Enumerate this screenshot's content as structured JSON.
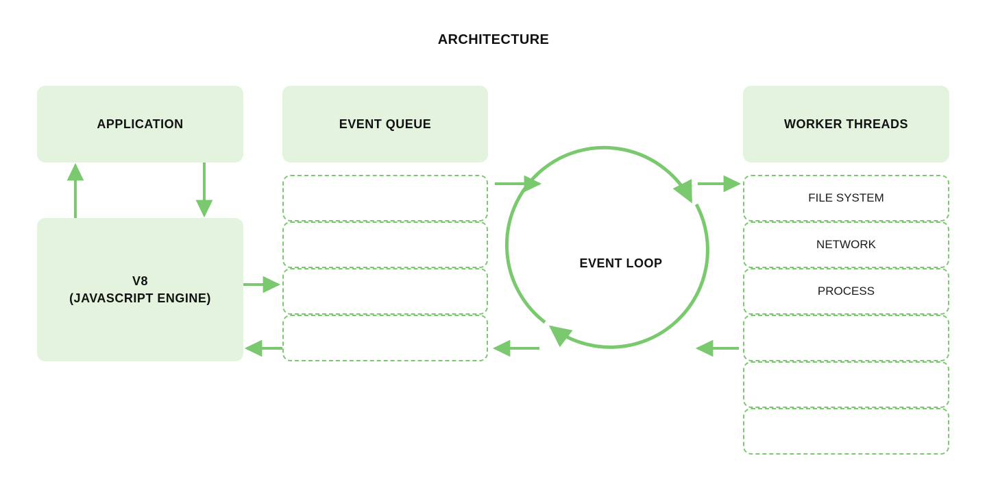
{
  "title": "ARCHITECTURE",
  "theme": {
    "box_fill": "#e3f3de",
    "accent_green": "#7bc96f",
    "text_color": "#111111",
    "background": "#ffffff"
  },
  "application": {
    "label": "APPLICATION"
  },
  "v8": {
    "line1": "V8",
    "line2": "(JAVASCRIPT ENGINE)"
  },
  "event_queue": {
    "label": "EVENT QUEUE",
    "slots": [
      {
        "label": ""
      },
      {
        "label": ""
      },
      {
        "label": ""
      },
      {
        "label": ""
      }
    ]
  },
  "event_loop": {
    "label": "EVENT LOOP"
  },
  "worker_threads": {
    "label": "WORKER THREADS",
    "slots": [
      {
        "label": "FILE SYSTEM"
      },
      {
        "label": "NETWORK"
      },
      {
        "label": "PROCESS"
      },
      {
        "label": ""
      },
      {
        "label": ""
      },
      {
        "label": ""
      }
    ]
  },
  "arrows": [
    {
      "name": "v8-to-application",
      "direction": "up"
    },
    {
      "name": "application-to-v8",
      "direction": "down"
    },
    {
      "name": "v8-to-event-queue",
      "direction": "right"
    },
    {
      "name": "event-queue-to-v8",
      "direction": "left"
    },
    {
      "name": "event-queue-to-loop",
      "direction": "right"
    },
    {
      "name": "loop-to-event-queue",
      "direction": "left"
    },
    {
      "name": "loop-to-worker-threads",
      "direction": "right"
    },
    {
      "name": "worker-threads-to-loop",
      "direction": "left"
    },
    {
      "name": "event-loop-cycle-top",
      "direction": "clockwise"
    },
    {
      "name": "event-loop-cycle-bottom",
      "direction": "clockwise"
    }
  ]
}
